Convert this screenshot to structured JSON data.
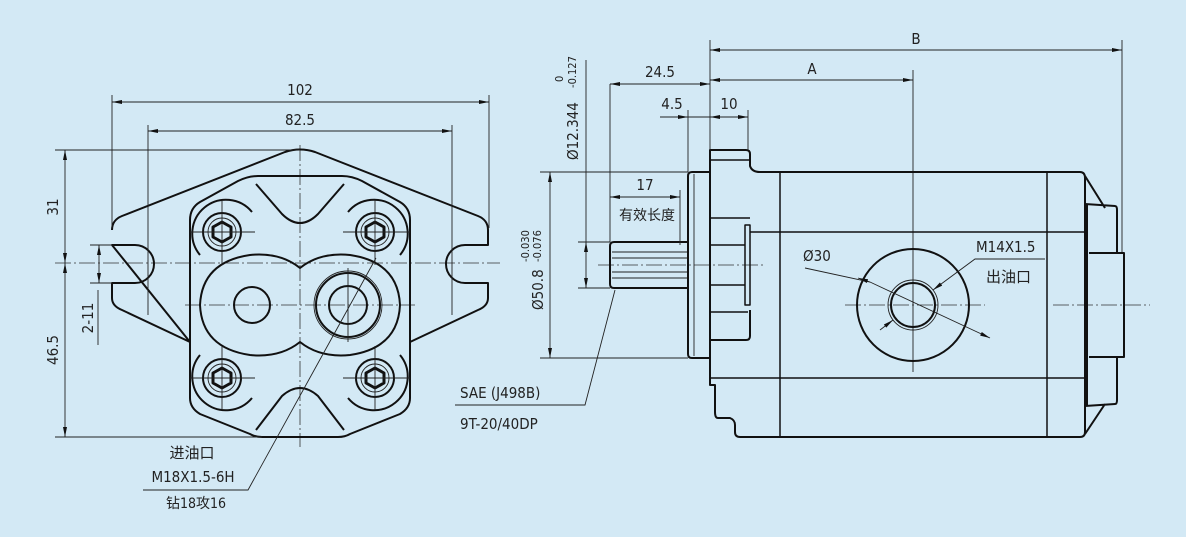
{
  "colors": {
    "background": "#d3e9f5",
    "line": "#111111"
  },
  "front_view": {
    "dim_overall_width": "102",
    "dim_bolt_spacing": "82.5",
    "dim_top_height": "31",
    "dim_bottom_height": "46.5",
    "dim_slot": "2-11",
    "inlet_label": "进油口",
    "inlet_thread": "M18X1.5-6H",
    "inlet_drill": "钻18攻16"
  },
  "side_view": {
    "dim_B": "B",
    "dim_A": "A",
    "dim_shaft_length": "24.5",
    "dim_pilot": "4.5",
    "dim_flange": "10",
    "dim_spline_length": "17",
    "spline_length_label": "有效长度",
    "shaft_dia": "Ø12.344",
    "shaft_tol_upper": "0",
    "shaft_tol_lower": "-0.127",
    "pilot_dia": "Ø50.8",
    "pilot_tol_upper": "-0.030",
    "pilot_tol_lower": "-0.076",
    "spline_std": "SAE (J498B)",
    "spline_spec": "9T-20/40DP",
    "port_dia": "Ø30",
    "outlet_thread": "M14X1.5",
    "outlet_label": "出油口"
  }
}
